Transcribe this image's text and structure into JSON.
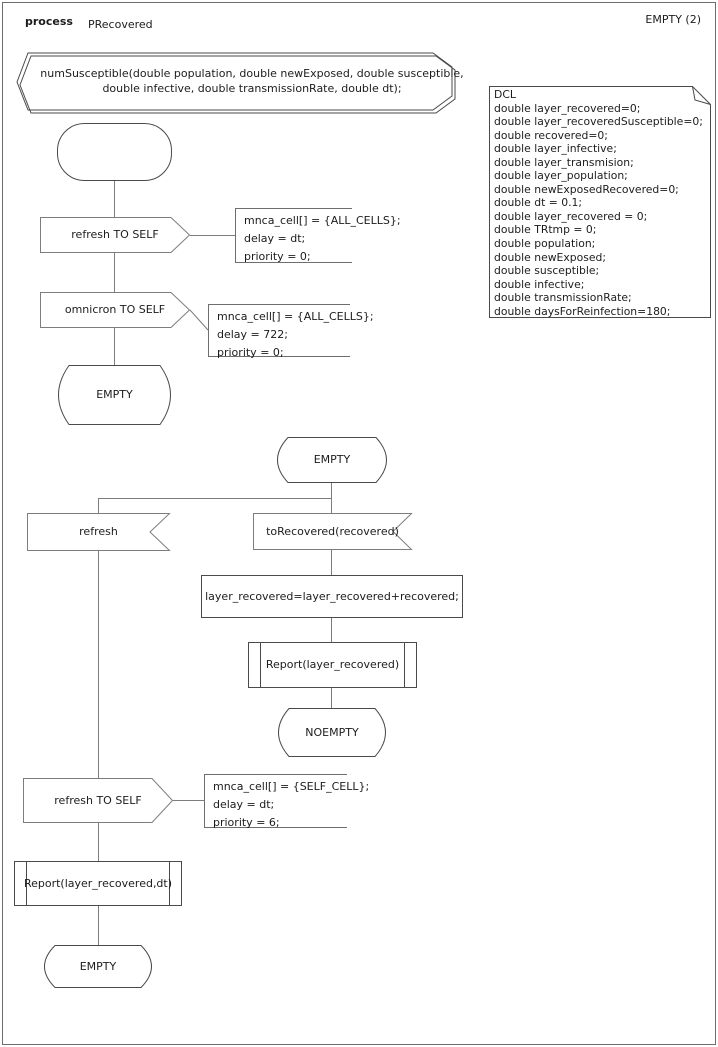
{
  "header": {
    "kind_label": "process",
    "process_name": "PRecovered",
    "page_label": "EMPTY (2)"
  },
  "signature": {
    "text": "numSusceptible(double population, double newExposed, double susceptible, double infective, double transmissionRate, double dt);"
  },
  "declarations": {
    "lines": [
      "DCL",
      "double layer_recovered=0;",
      "double layer_recoveredSusceptible=0;",
      "double recovered=0;",
      "double layer_infective;",
      "double layer_transmision;",
      "double layer_population;",
      "double newExposedRecovered=0;",
      "double dt = 0.1;",
      "double layer_recovered = 0;",
      "double TRtmp = 0;",
      "double population;",
      "double newExposed;",
      "double susceptible;",
      "double infective;",
      "double transmissionRate;",
      "double daysForReinfection=180;"
    ]
  },
  "flow1": {
    "output_refresh": "refresh TO SELF",
    "comment_refresh": [
      "mnca_cell[] = {ALL_CELLS};",
      "delay = dt;",
      "priority = 0;"
    ],
    "output_omnicron": "omnicron TO SELF",
    "comment_omnicron": [
      "mnca_cell[] = {ALL_CELLS};",
      "delay = 722;",
      "priority = 0;"
    ],
    "state_empty": "EMPTY"
  },
  "flow2": {
    "state_empty": "EMPTY",
    "input_refresh": "refresh",
    "input_torecovered": "toRecovered(recovered)",
    "task_add": "layer_recovered=layer_recovered+recovered;",
    "proc_report": "Report(layer_recovered)",
    "state_noempty": "NOEMPTY",
    "output_refresh_self": "refresh TO SELF",
    "comment_refresh_self": [
      "mnca_cell[] = {SELF_CELL};",
      "delay = dt;",
      "priority = 6;"
    ],
    "proc_report_dt": "Report(layer_recovered,dt)",
    "state_empty_end": "EMPTY"
  },
  "colors": {
    "shape_stroke": "#4a4a4a",
    "flow_stroke": "#7d7d7d",
    "comment_stroke": "#6e6e6e"
  }
}
